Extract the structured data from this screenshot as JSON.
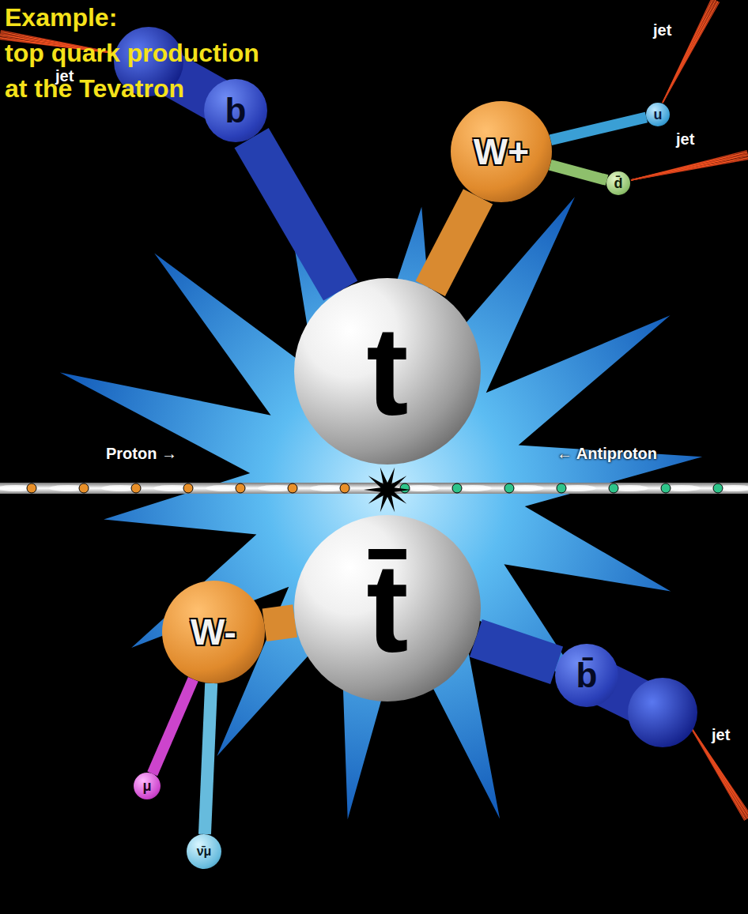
{
  "diagram": {
    "title": "Example: top quark production at the Tevatron",
    "nodes": [
      {
        "text": [
          "u"
        ]
      },
      {
        "text": [
          "d̄"
        ]
      },
      {
        "text": [
          "W+"
        ]
      },
      {
        "text": [
          "b"
        ]
      },
      {
        "text": [
          "t"
        ]
      },
      {
        "text": [
          "t̄"
        ]
      },
      {
        "text": [
          "b̄"
        ]
      },
      {
        "text": [
          "W-"
        ]
      },
      {
        "text": [
          "μ"
        ]
      },
      {
        "text": [
          "ν̄μ"
        ]
      }
    ],
    "edges": [
      {
        "from": 4,
        "to": 2,
        "arrow": "none"
      },
      {
        "from": 4,
        "to": 3,
        "arrow": "none"
      },
      {
        "from": 2,
        "to": 0,
        "arrow": "none"
      },
      {
        "from": 2,
        "to": 1,
        "arrow": "none"
      },
      {
        "from": 5,
        "to": 6,
        "arrow": "none"
      },
      {
        "from": 5,
        "to": 7,
        "arrow": "none"
      },
      {
        "from": 7,
        "to": 8,
        "arrow": "none"
      },
      {
        "from": 7,
        "to": 9,
        "arrow": "none"
      }
    ],
    "labels": [
      "jet",
      "jet",
      "jet",
      "jet",
      "Proton →",
      "← Antiproton"
    ]
  }
}
